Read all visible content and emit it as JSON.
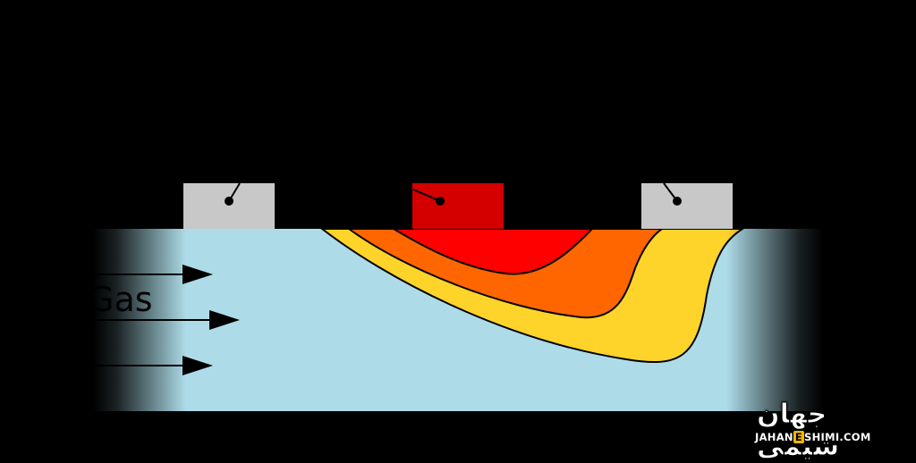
{
  "diagram": {
    "gas_label": "Gas",
    "colors": {
      "background": "#000000",
      "flow_channel": "#ADDCE8",
      "sensor_grey": "#C8C8C8",
      "heater_block": "#D40000",
      "zone_hot": "#FF0000",
      "zone_warm": "#FF6600",
      "zone_mild": "#FFD42A"
    }
  },
  "watermark": {
    "script_text": "جهان شیمی",
    "latin_before": "JAHAN",
    "latin_e": "E",
    "latin_after": "SHIMI.COM"
  }
}
